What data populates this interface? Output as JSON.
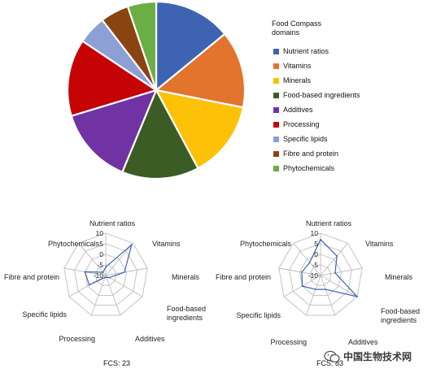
{
  "legend": {
    "title_line1": "Food Compass",
    "title_line2": "domains",
    "items": [
      {
        "label": "Nutrient ratios",
        "color": "#3E63B3"
      },
      {
        "label": "Vitamins",
        "color": "#E2742D"
      },
      {
        "label": "Minerals",
        "color": "#FDC108"
      },
      {
        "label": "Food-based ingredients",
        "color": "#3B5C24"
      },
      {
        "label": "Additives",
        "color": "#7133A4"
      },
      {
        "label": "Processing",
        "color": "#C60405"
      },
      {
        "label": "Specific lipids",
        "color": "#8DA0D5"
      },
      {
        "label": "Fibre and protein",
        "color": "#8A4411"
      },
      {
        "label": "Phytochemicals",
        "color": "#6AAE45"
      }
    ]
  },
  "radar_left": {
    "caption": "FCS: 23"
  },
  "radar_right": {
    "caption": "FCS: 83"
  },
  "watermark": {
    "text": "中国生物技术网"
  },
  "chart_data": [
    {
      "type": "pie",
      "title": "",
      "categories": [
        "Nutrient ratios",
        "Vitamins",
        "Minerals",
        "Food-based ingredients",
        "Additives",
        "Processing",
        "Specific lipids",
        "Fibre and protein",
        "Phytochemicals"
      ],
      "values": [
        14.3,
        14.3,
        14.3,
        14.3,
        14.3,
        14.3,
        5.3,
        5.3,
        5.3
      ],
      "colors": [
        "#3E63B3",
        "#E2742D",
        "#FDC108",
        "#3B5C24",
        "#7133A4",
        "#C60405",
        "#8DA0D5",
        "#8A4411",
        "#6AAE45"
      ],
      "legend": "right"
    },
    {
      "type": "radar",
      "caption": "FCS: 23",
      "axes": [
        "Nutrient ratios",
        "Vitamins",
        "Minerals",
        "Food-based ingredients",
        "Additives",
        "Processing",
        "Specific lipids",
        "Fibre and protein",
        "Phytochemicals"
      ],
      "values": [
        -6,
        9,
        -1,
        -8,
        -9,
        -9,
        -1,
        0,
        -8
      ],
      "rlim": [
        -10,
        10
      ],
      "ticks": [
        10,
        5,
        0,
        -5,
        -10
      ],
      "color": "#3E63B3"
    },
    {
      "type": "radar",
      "caption": "FCS: 83",
      "axes": [
        "Nutrient ratios",
        "Vitamins",
        "Minerals",
        "Food-based ingredients",
        "Additives",
        "Processing",
        "Specific lipids",
        "Fibre and protein",
        "Phytochemicals"
      ],
      "values": [
        7,
        2,
        -3,
        10,
        -3,
        -3,
        0,
        -1,
        -2
      ],
      "rlim": [
        -10,
        10
      ],
      "ticks": [
        10,
        5,
        0,
        -5,
        -10
      ],
      "color": "#3E63B3"
    }
  ]
}
